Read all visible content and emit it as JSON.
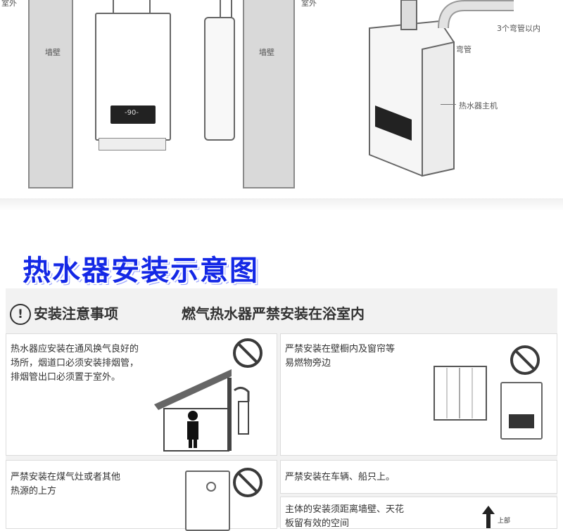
{
  "top": {
    "label_outdoor_left": "室外",
    "label_outdoor_right": "室外",
    "label_wall_1": "墙壁",
    "label_wall_2": "墙壁",
    "display_reading": "-90-",
    "label_elbows": "3个弯管以内",
    "label_elbow": "弯管",
    "label_main_unit": "热水器主机"
  },
  "banner": {
    "title": "热水器安装示意图"
  },
  "notice": {
    "icon_glyph": "!",
    "heading_left": "安装注意事项",
    "heading_right": "燃气热水器严禁安装在浴室内"
  },
  "rules": {
    "ventilation": [
      "热水器应安装在通风换气良好的",
      "场所，烟道口必须安装排烟管，",
      "排烟管出口必须置于室外。"
    ],
    "cabinet": [
      "严禁安装在壁橱内及窗帘等",
      "易燃物旁边"
    ],
    "stove": [
      "严禁安装在煤气灶或者其他",
      "热源的上方"
    ],
    "vehicle": [
      "严禁安装在车辆、船只上。"
    ],
    "clearance": [
      "主体的安装须距离墙壁、天花",
      "板留有效的空间"
    ],
    "arrow_label": "上部"
  },
  "colors": {
    "banner": "#1428e6",
    "panel": "#f2f2f2",
    "wall": "#d9d9d9"
  }
}
